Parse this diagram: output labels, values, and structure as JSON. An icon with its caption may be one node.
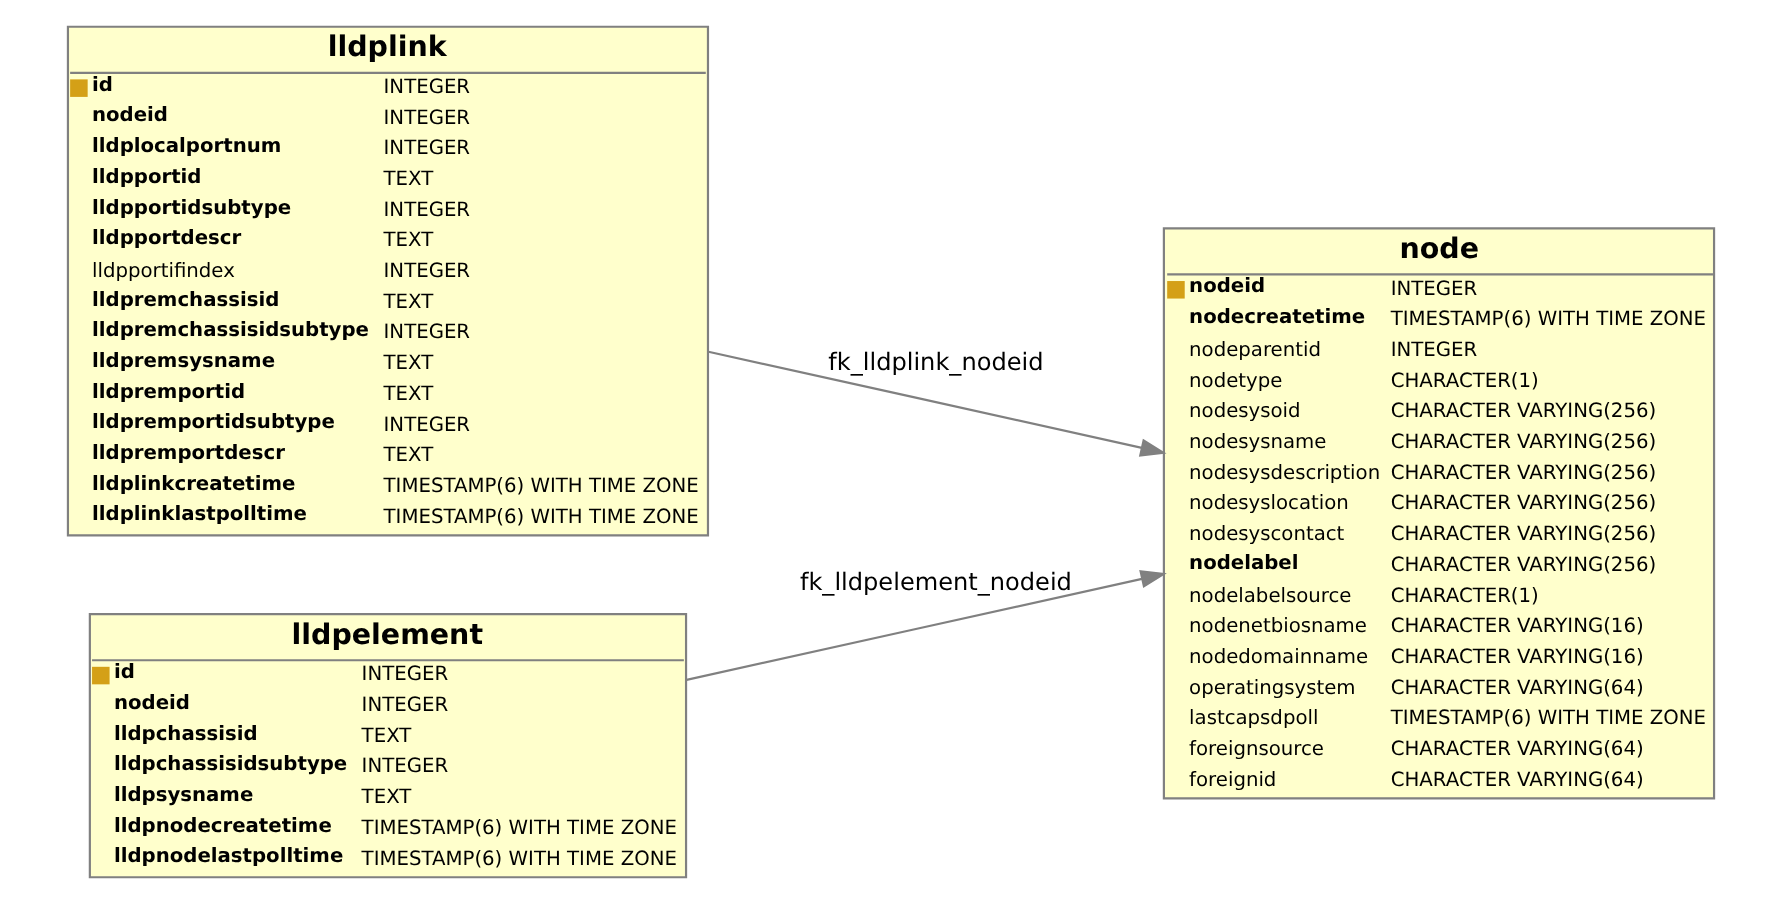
{
  "diagram": {
    "nodes": [
      {
        "text": [
          "lldplink",
          "id",
          "INTEGER",
          "nodeid",
          "INTEGER",
          "lldplocalportnum",
          "INTEGER",
          "lldpportid",
          "TEXT",
          "lldpportidsubtype",
          "INTEGER",
          "lldpportdescr",
          "TEXT",
          "lldpportifindex",
          "INTEGER",
          "lldpremchassisid",
          "TEXT",
          "lldpremchassisidsubtype",
          "INTEGER",
          "lldpremsysname",
          "TEXT",
          "lldpremportid",
          "TEXT",
          "lldpremportidsubtype",
          "INTEGER",
          "lldpremportdescr",
          "TEXT",
          "lldplinkcreatetime",
          "TIMESTAMP(6) WITH TIME ZONE",
          "lldplinklastpolltime",
          "TIMESTAMP(6) WITH TIME ZONE"
        ]
      },
      {
        "text": [
          "node",
          "nodeid",
          "INTEGER",
          "nodecreatetime",
          "TIMESTAMP(6) WITH TIME ZONE",
          "nodeparentid",
          "INTEGER",
          "nodetype",
          "CHARACTER(1)",
          "nodesysoid",
          "CHARACTER VARYING(256)",
          "nodesysname",
          "CHARACTER VARYING(256)",
          "nodesysdescription",
          "CHARACTER VARYING(256)",
          "nodesyslocation",
          "CHARACTER VARYING(256)",
          "nodesyscontact",
          "CHARACTER VARYING(256)",
          "nodelabel",
          "CHARACTER VARYING(256)",
          "nodelabelsource",
          "CHARACTER(1)",
          "nodenetbiosname",
          "CHARACTER VARYING(16)",
          "nodedomainname",
          "CHARACTER VARYING(16)",
          "operatingsystem",
          "CHARACTER VARYING(64)",
          "lastcapsdpoll",
          "TIMESTAMP(6) WITH TIME ZONE",
          "foreignsource",
          "CHARACTER VARYING(64)",
          "foreignid",
          "CHARACTER VARYING(64)"
        ]
      },
      {
        "text": [
          "lldpelement",
          "id",
          "INTEGER",
          "nodeid",
          "INTEGER",
          "lldpchassisid",
          "TEXT",
          "lldpchassisidsubtype",
          "INTEGER",
          "lldpsysname",
          "TEXT",
          "lldpnodecreatetime",
          "TIMESTAMP(6) WITH TIME ZONE",
          "lldpnodelastpolltime",
          "TIMESTAMP(6) WITH TIME ZONE"
        ]
      }
    ],
    "edges": [
      {
        "from": 0,
        "to": 1,
        "arrow": "to",
        "label": "fk_lldplink_nodeid"
      },
      {
        "from": 2,
        "to": 1,
        "arrow": "to",
        "label": "fk_lldpelement_nodeid"
      }
    ]
  }
}
